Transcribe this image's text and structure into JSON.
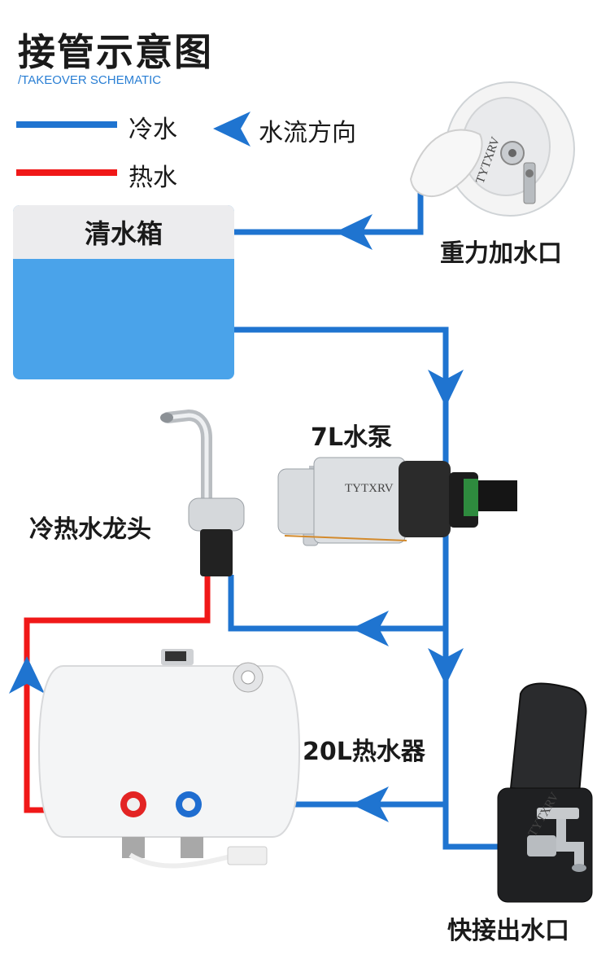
{
  "title": "接管示意图",
  "subtitle": "/TAKEOVER SCHEMATIC",
  "legend": {
    "cold_label": "冷水",
    "hot_label": "热水",
    "flow_label": "水流方向"
  },
  "labels": {
    "tank": "清水箱",
    "gravity_inlet": "重力加水口",
    "pump": "7L水泵",
    "faucet": "冷热水龙头",
    "heater": "20L热水器",
    "quick_outlet": "快接出水口"
  },
  "brand": "TYTXRV",
  "colors": {
    "cold": "#1f74d0",
    "hot": "#f01818",
    "tank_top": "#ececee",
    "tank_water": "#4aa3ea"
  }
}
